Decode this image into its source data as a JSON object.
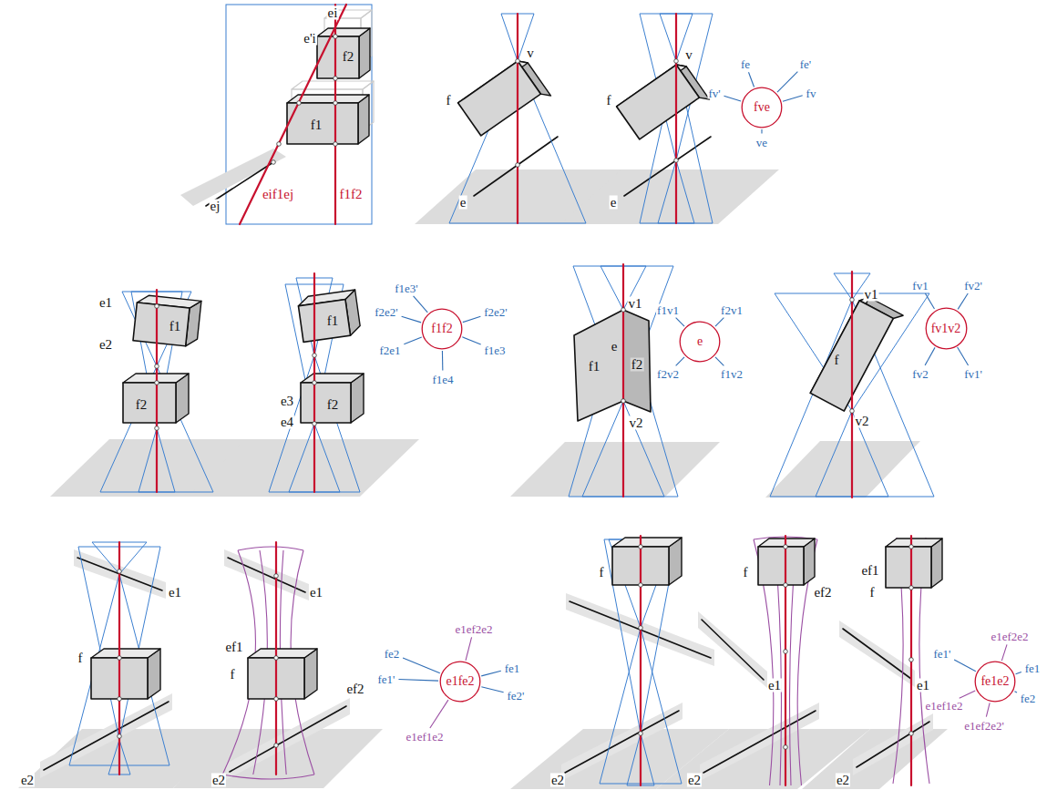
{
  "diagram": {
    "nodes": [
      {
        "text": [
          "fve"
        ]
      },
      {
        "text": [
          "f1f2"
        ]
      },
      {
        "text": [
          "e"
        ]
      },
      {
        "text": [
          "fv1v2"
        ]
      },
      {
        "text": [
          "e1fe2"
        ]
      },
      {
        "text": [
          "fe1e2"
        ]
      }
    ],
    "labels": [
      "ei",
      "e'i",
      "f2",
      "f1",
      "ej",
      "eif1ej",
      "f1f2",
      "v",
      "f",
      "e",
      "v",
      "f",
      "e",
      "fe",
      "fe'",
      "fv'",
      "fv",
      "ve",
      "e1",
      "e2",
      "f1",
      "f2",
      "f1",
      "e3",
      "f2",
      "e4",
      "f1e3'",
      "f2e2'",
      "f2e1",
      "f1e4",
      "f1e3",
      "f2e2'",
      "v1",
      "f1",
      "e",
      "f2",
      "v2",
      "f1v1",
      "f2v1",
      "f2v2",
      "f1v2",
      "v1",
      "f",
      "v2",
      "fv1",
      "fv2'",
      "fv2",
      "fv1'",
      "e1",
      "f",
      "e2",
      "e1",
      "ef1",
      "f",
      "ef2",
      "e2",
      "e1ef2e2",
      "fe2",
      "fe1'",
      "fe1",
      "fe2'",
      "e1ef1e2",
      "f",
      "e2",
      "f",
      "ef2",
      "e1",
      "e2",
      "ef1",
      "f",
      "e1",
      "e2",
      "e1ef2e2",
      "fe1'",
      "fe1",
      "fe2",
      "e1ef1e2",
      "e1ef2e2'"
    ]
  }
}
